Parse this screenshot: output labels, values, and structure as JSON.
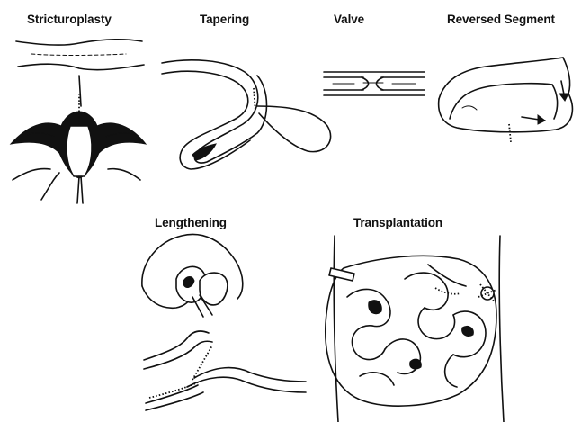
{
  "labels": {
    "stricturoplasty": "Stricturoplasty",
    "tapering": "Tapering",
    "valve": "Valve",
    "reversed_segment": "Reversed Segment",
    "lengthening": "Lengthening",
    "transplantation": "Transplantation"
  }
}
